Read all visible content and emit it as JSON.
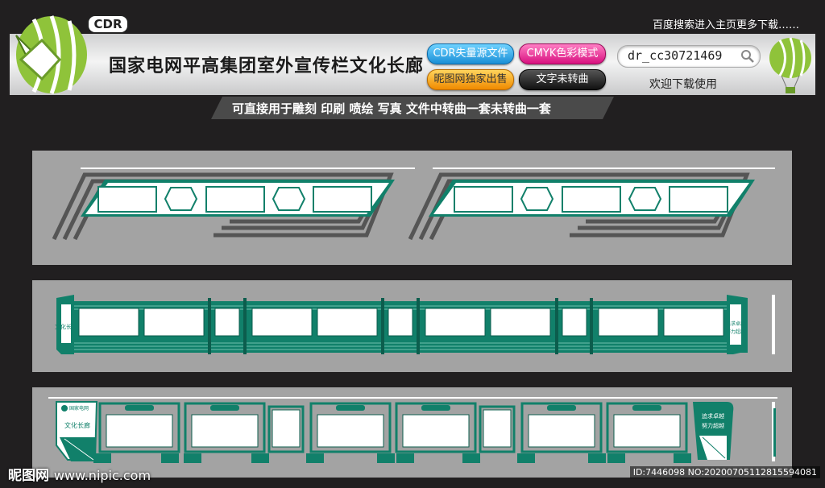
{
  "header": {
    "cdr_tag": "CDR",
    "title": "国家电网平高集团室外宣传栏文化长廊",
    "top_right_text": "百度搜索进入主页更多下载……",
    "badges": {
      "vector_source": "CDR失量源文件",
      "color_mode": "CMYK色彩模式",
      "exclusive": "昵图网独家出售",
      "text_status": "文字未转曲"
    },
    "search_id": "dr_cc30721469",
    "welcome": "欢迎下载使用",
    "subtitle": "可直接用于雕刻 印刷 喷绘 写真  文件中转曲一套未转曲一套"
  },
  "design": {
    "culture_calligraphy": "文化长廊",
    "slogan_line1": "追求卓越",
    "slogan_line2": "努力超越",
    "logo_text": "国家电网"
  },
  "footer": {
    "site_name": "昵图网",
    "site_url": "www.nipic.com",
    "image_id": "ID:7446098 NO:20200705112815594081"
  },
  "colors": {
    "brand_green": "#11806a",
    "background": "#211f20",
    "panel_gray": "#a3a3a3"
  }
}
